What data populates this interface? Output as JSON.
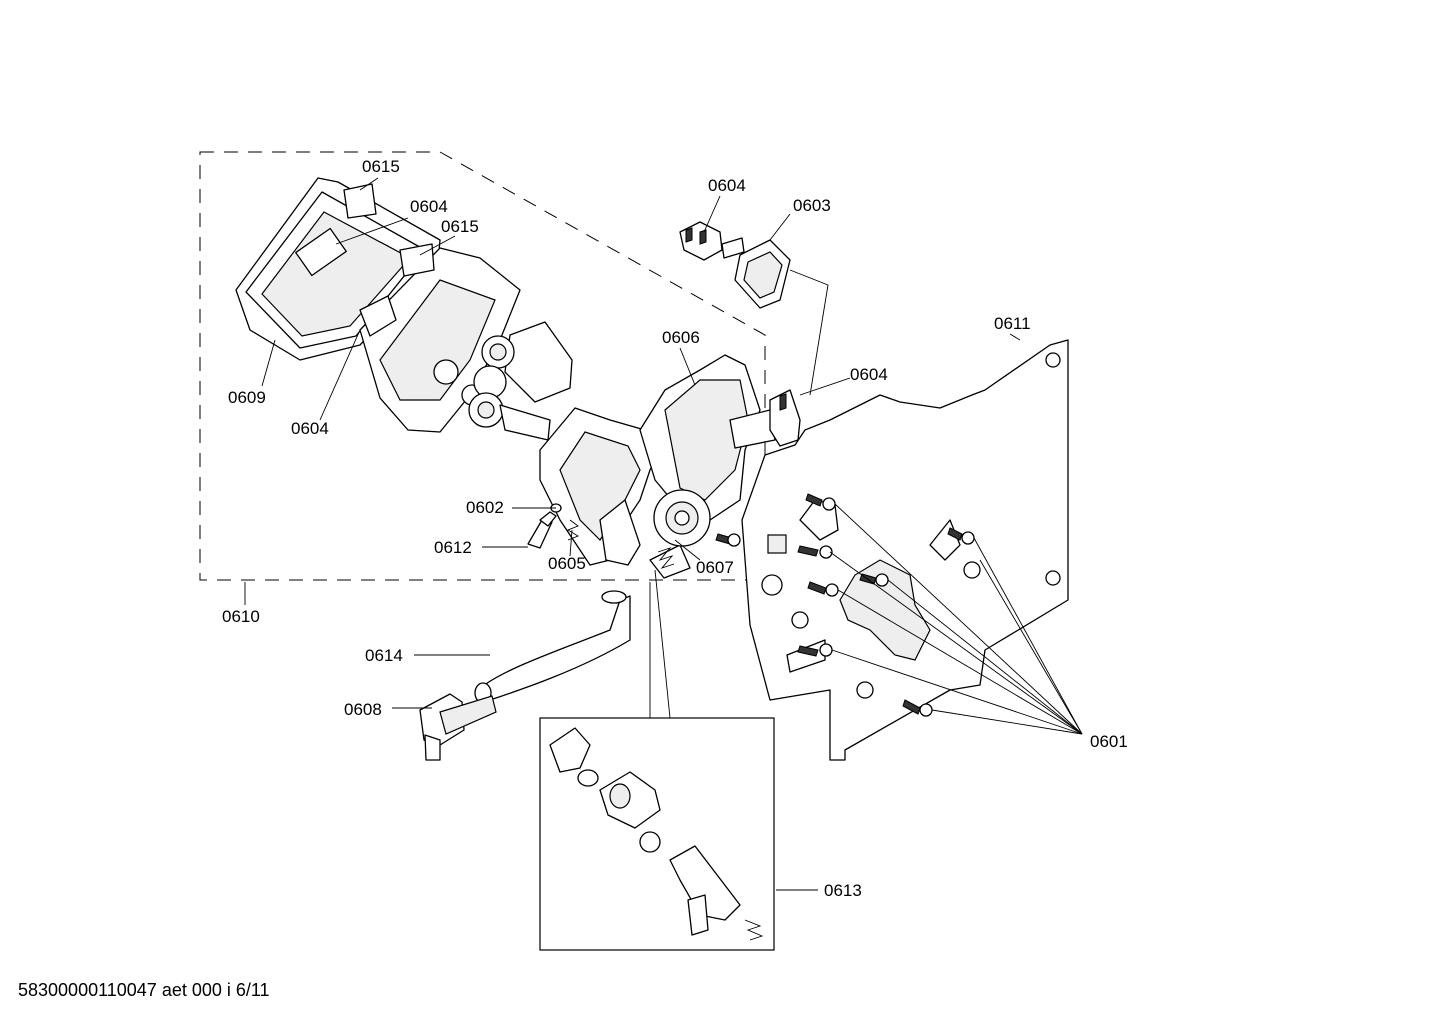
{
  "doc_code": "58300000110047 aet 000 i 6/11",
  "labels": {
    "l0615a": "0615",
    "l0604a": "0604",
    "l0615b": "0615",
    "l0604b": "0604",
    "l0603": "0603",
    "l0611": "0611",
    "l0606": "0606",
    "l0604c": "0604",
    "l0609": "0609",
    "l0604d": "0604",
    "l0602": "0602",
    "l0612": "0612",
    "l0605": "0605",
    "l0607": "0607",
    "l0610": "0610",
    "l0614": "0614",
    "l0608": "0608",
    "l0601": "0601",
    "l0613": "0613"
  }
}
